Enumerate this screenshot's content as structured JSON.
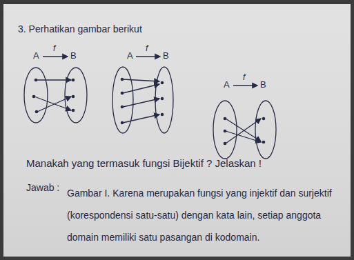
{
  "diagram": {
    "title": "3. Perhatikan gambar berikut",
    "labels": [
      "A",
      "f",
      "B",
      "A",
      "f",
      "B",
      "A",
      "f",
      "B",
      "Manakah yang termasuk fungsi Bijektif ? Jelaskan !",
      "Jawab :",
      "Gambar I. Karena merupakan fungsi yang injektif dan surjektif (korespondensi satu-satu) dengan kata lain, setiap anggota domain memiliki satu pasangan di kodomain."
    ]
  }
}
